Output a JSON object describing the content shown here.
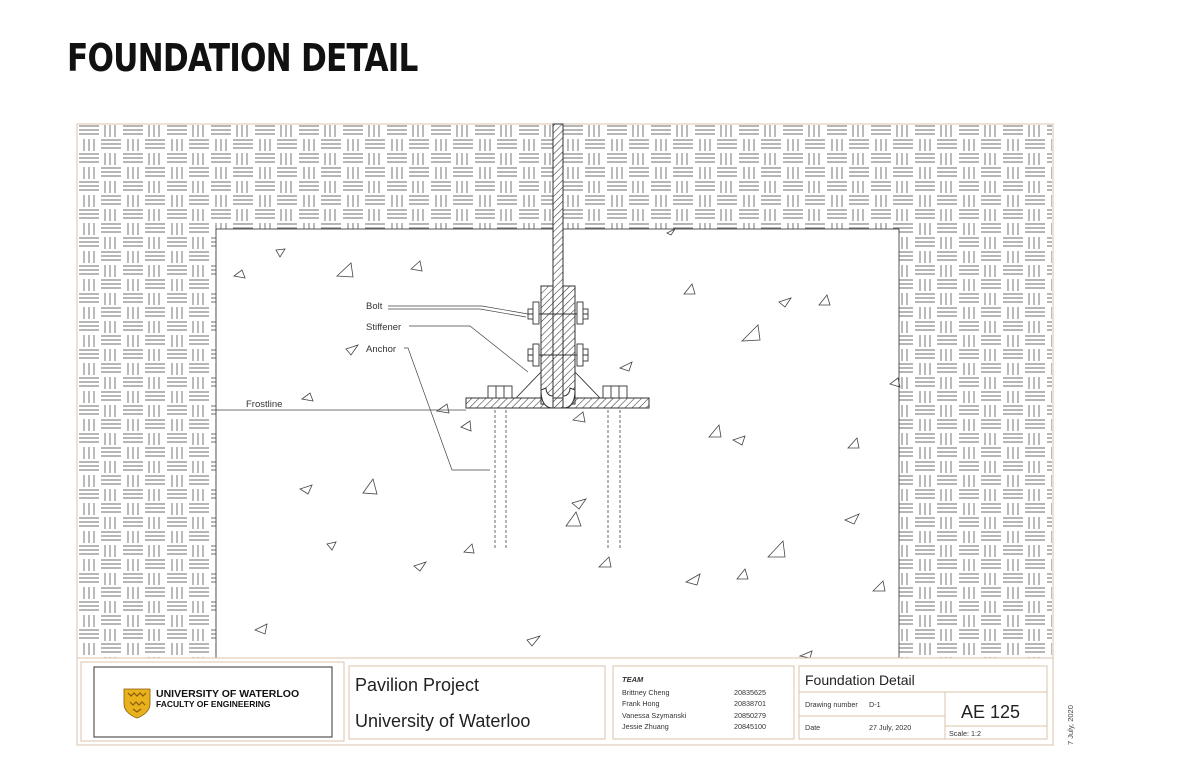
{
  "page": {
    "title": "FOUNDATION DETAIL"
  },
  "labels": {
    "bolt": "Bolt",
    "stiffener": "Stiffener",
    "anchor": "Anchor",
    "frostline": "Frostline"
  },
  "title_block": {
    "institution": {
      "line1": "UNIVERSITY OF WATERLOO",
      "line2": "FACULTY OF ENGINEERING"
    },
    "project": {
      "name": "Pavilion Project",
      "location": "University of Waterloo"
    },
    "team": {
      "header": "TEAM",
      "members": [
        {
          "name": "Brittney Cheng",
          "id": "20835625"
        },
        {
          "name": "Frank Hong",
          "id": "20838701"
        },
        {
          "name": "Vanessa Szymanski",
          "id": "20850279"
        },
        {
          "name": "Jessie Zhuang",
          "id": "20845100"
        }
      ]
    },
    "drawing": {
      "title": "Foundation Detail",
      "number_label": "Drawing number",
      "number_value": "D-1",
      "date_label": "Date",
      "date_value": "27 July, 2020",
      "course": "AE 125",
      "scale": "Scale: 1:2"
    },
    "side_date": "7 July, 2020"
  },
  "colors": {
    "line": "#333333",
    "border": "#d8c3a8",
    "crest_gold": "#e8b21c",
    "crest_dark": "#8a5a10"
  }
}
